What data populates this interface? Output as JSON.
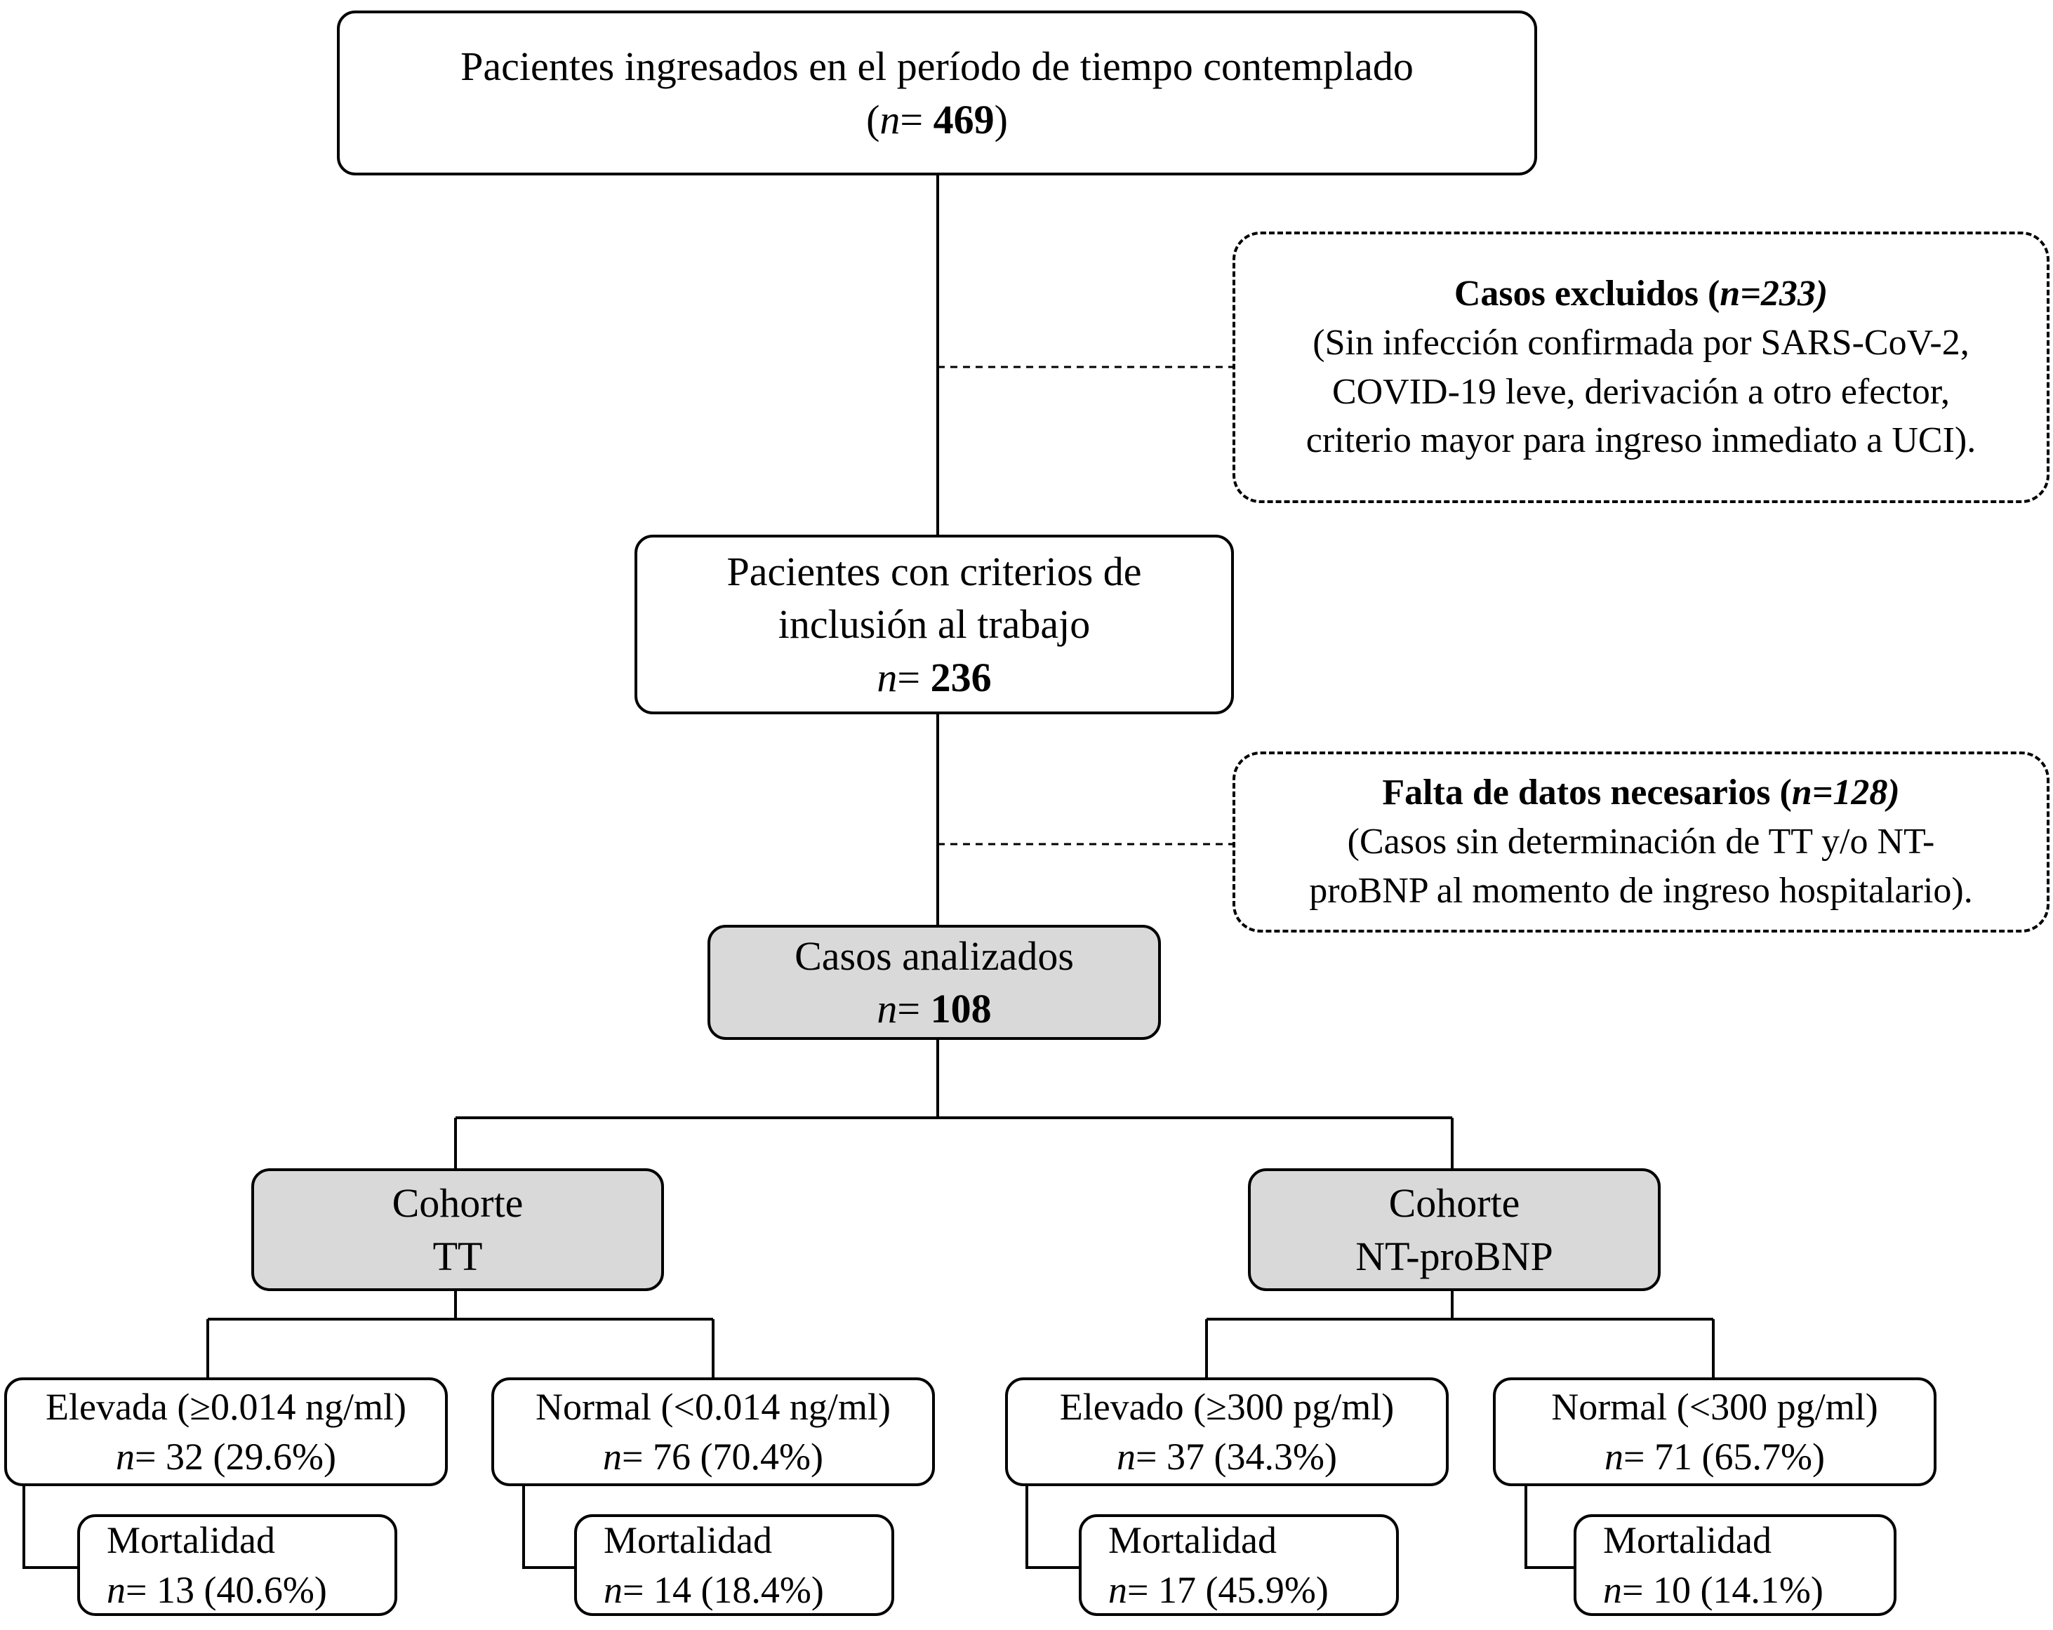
{
  "top_box": {
    "line1": "Pacientes ingresados en el período de tiempo contemplado",
    "open_paren": "(",
    "n_label": "n",
    "eq": "= ",
    "n_value": "469",
    "close_paren": ")"
  },
  "excluded_box": {
    "title": "Casos excluidos (",
    "title_n": "n=233)",
    "line2": "(Sin infección confirmada por SARS-CoV-2,",
    "line3": "COVID-19 leve, derivación a otro efector,",
    "line4": "criterio mayor para ingreso inmediato a UCI)."
  },
  "inclusion_box": {
    "line1": "Pacientes con criterios de",
    "line2": "inclusión al trabajo",
    "n_label": "n",
    "eq": "= ",
    "n_value": "236"
  },
  "missing_box": {
    "title": "Falta de datos necesarios (",
    "title_n": "n=128)",
    "line2": "(Casos sin determinación de TT y/o NT-",
    "line3": "proBNP al momento de ingreso hospitalario)."
  },
  "analyzed_box": {
    "line1": "Casos analizados",
    "n_label": "n",
    "eq": "= ",
    "n_value": "108"
  },
  "cohort_tt": {
    "line1": "Cohorte",
    "line2": "TT"
  },
  "cohort_ntprobnp": {
    "line1": "Cohorte",
    "line2": "NT-proBNP"
  },
  "groups": [
    {
      "label": "Elevada (≥0.014 ng/ml)",
      "n_label": "n",
      "count": "= 32 (29.6%)",
      "mort_label": "Mortalidad",
      "mort_n_label": "n",
      "mort_count": "= 13 (40.6%)"
    },
    {
      "label": "Normal (<0.014 ng/ml)",
      "n_label": "n",
      "count": "= 76 (70.4%)",
      "mort_label": "Mortalidad",
      "mort_n_label": "n",
      "mort_count": "= 14 (18.4%)"
    },
    {
      "label": "Elevado (≥300 pg/ml)",
      "n_label": "n",
      "count": "= 37 (34.3%)",
      "mort_label": "Mortalidad",
      "mort_n_label": "n",
      "mort_count": "= 17 (45.9%)"
    },
    {
      "label": "Normal (<300 pg/ml)",
      "n_label": "n",
      "count": "= 71 (65.7%)",
      "mort_label": "Mortalidad",
      "mort_n_label": "n",
      "mort_count": "= 10 (14.1%)"
    }
  ],
  "colors": {
    "border": "#000000",
    "highlight_fill": "#d9d9d9",
    "background": "#ffffff"
  }
}
